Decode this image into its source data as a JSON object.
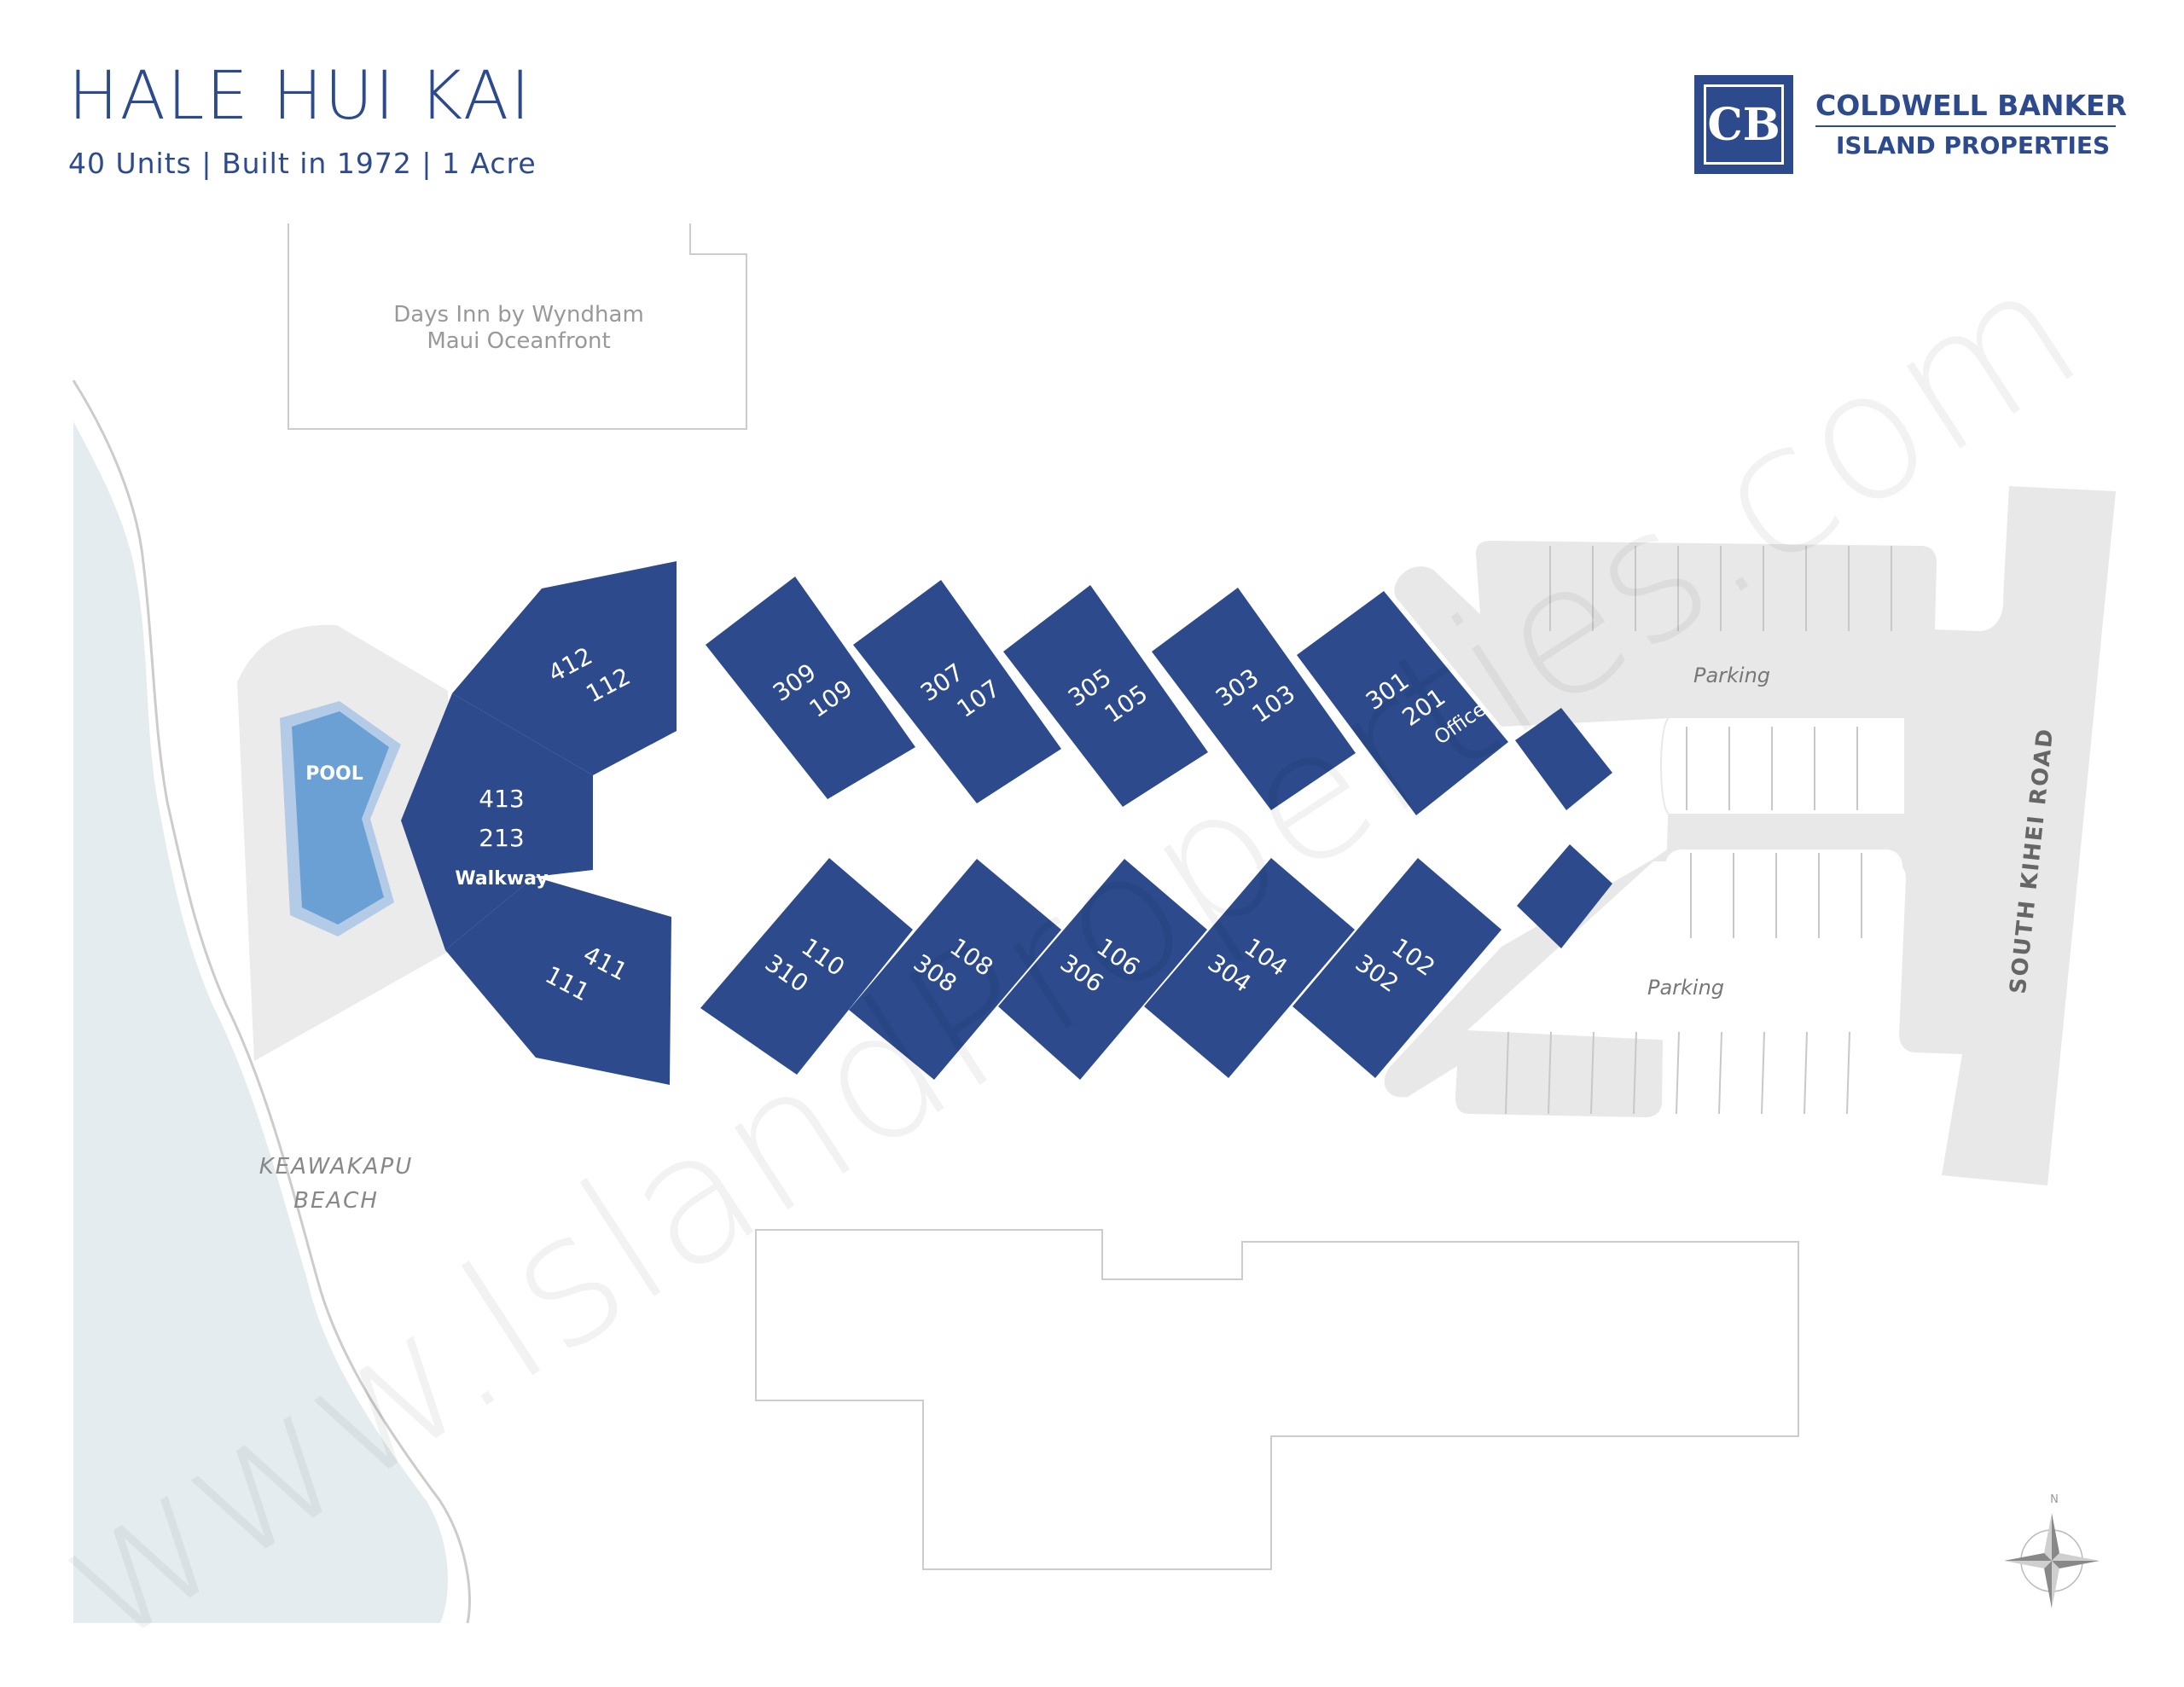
{
  "header": {
    "title": "HALE HUI KAI",
    "subtitle": "40 Units | Built in 1972 | 1 Acre"
  },
  "logo": {
    "mark": "CB",
    "line1": "COLDWELL BANKER",
    "line2": "ISLAND PROPERTIES"
  },
  "map": {
    "neighbor_north": [
      "Days Inn by Wyndham",
      "Maui Oceanfront"
    ],
    "pool_label": "POOL",
    "beach_label": [
      "KEAWAKAPU",
      "BEACH"
    ],
    "road_label": "SOUTH KIHEI ROAD",
    "parking_labels": [
      "Parking",
      "Parking"
    ],
    "watermark": "www.IslandProperties.com",
    "compass_letter": "N",
    "units": {
      "b412": [
        "412",
        "112"
      ],
      "b413": [
        "413",
        "213",
        "Walkway"
      ],
      "b411": [
        "411",
        "111"
      ],
      "top_row": [
        [
          "309",
          "109"
        ],
        [
          "307",
          "107"
        ],
        [
          "305",
          "105"
        ],
        [
          "303",
          "103"
        ],
        [
          "301",
          "201",
          "Office"
        ]
      ],
      "bottom_row": [
        [
          "110",
          "310"
        ],
        [
          "108",
          "308"
        ],
        [
          "106",
          "306"
        ],
        [
          "104",
          "304"
        ],
        [
          "102",
          "302"
        ]
      ]
    }
  },
  "colors": {
    "building": "#2c4a8c",
    "pool": "#6aa0d4",
    "pool_rim": "#b3cbe6",
    "ocean": "#e4ecf0",
    "pavement": "#e8e8e8",
    "outline": "#cccccc",
    "brand": "#2c4a8c"
  }
}
